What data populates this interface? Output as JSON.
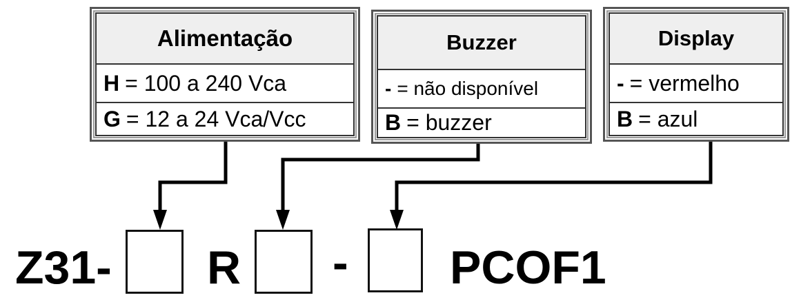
{
  "tables": [
    {
      "title": "Alimentação",
      "rows": [
        {
          "code": "H",
          "text": "= 100 a 240 Vca"
        },
        {
          "code": "G",
          "text": "= 12 a 24 Vca/Vcc"
        }
      ]
    },
    {
      "title": "Buzzer",
      "rows": [
        {
          "code": "-",
          "text": "= não disponível"
        },
        {
          "code": "B",
          "text": "= buzzer"
        }
      ]
    },
    {
      "title": "Display",
      "rows": [
        {
          "code": "-",
          "text": "= vermelho"
        },
        {
          "code": "B",
          "text": "= azul"
        }
      ]
    }
  ],
  "model": {
    "prefix": "Z31-",
    "mid": "R",
    "sep": "-",
    "suffix": "PCOF1"
  }
}
